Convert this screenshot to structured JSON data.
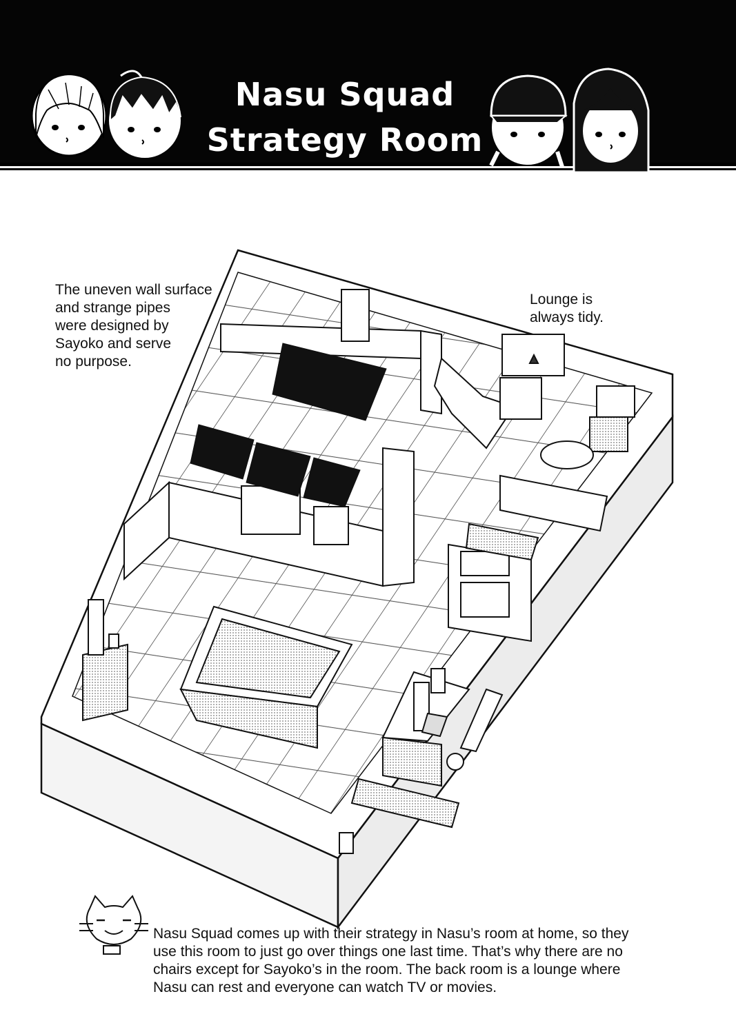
{
  "header": {
    "title_line1": "Nasu Squad",
    "title_line2": "Strategy Room"
  },
  "notes": {
    "wall_note": "The uneven wall surface\nand strange pipes\nwere designed by\nSayoko and serve\nno purpose.",
    "lounge_note": "Lounge is\nalways tidy."
  },
  "caption": {
    "lines": [
      "Nasu Squad comes up with their strategy in Nasu’s room at home, so they",
      "use this room to just go over things one last time. That’s why there are no",
      "chairs except for Sayoko’s in the room. The back room is a lounge where",
      "Nasu can rest and everyone can watch TV or movies."
    ]
  },
  "icons": [
    "character-face-light-hair-icon",
    "character-face-messy-hair-icon",
    "character-face-cap-icon",
    "character-face-long-hair-icon",
    "cat-mascot-icon"
  ]
}
